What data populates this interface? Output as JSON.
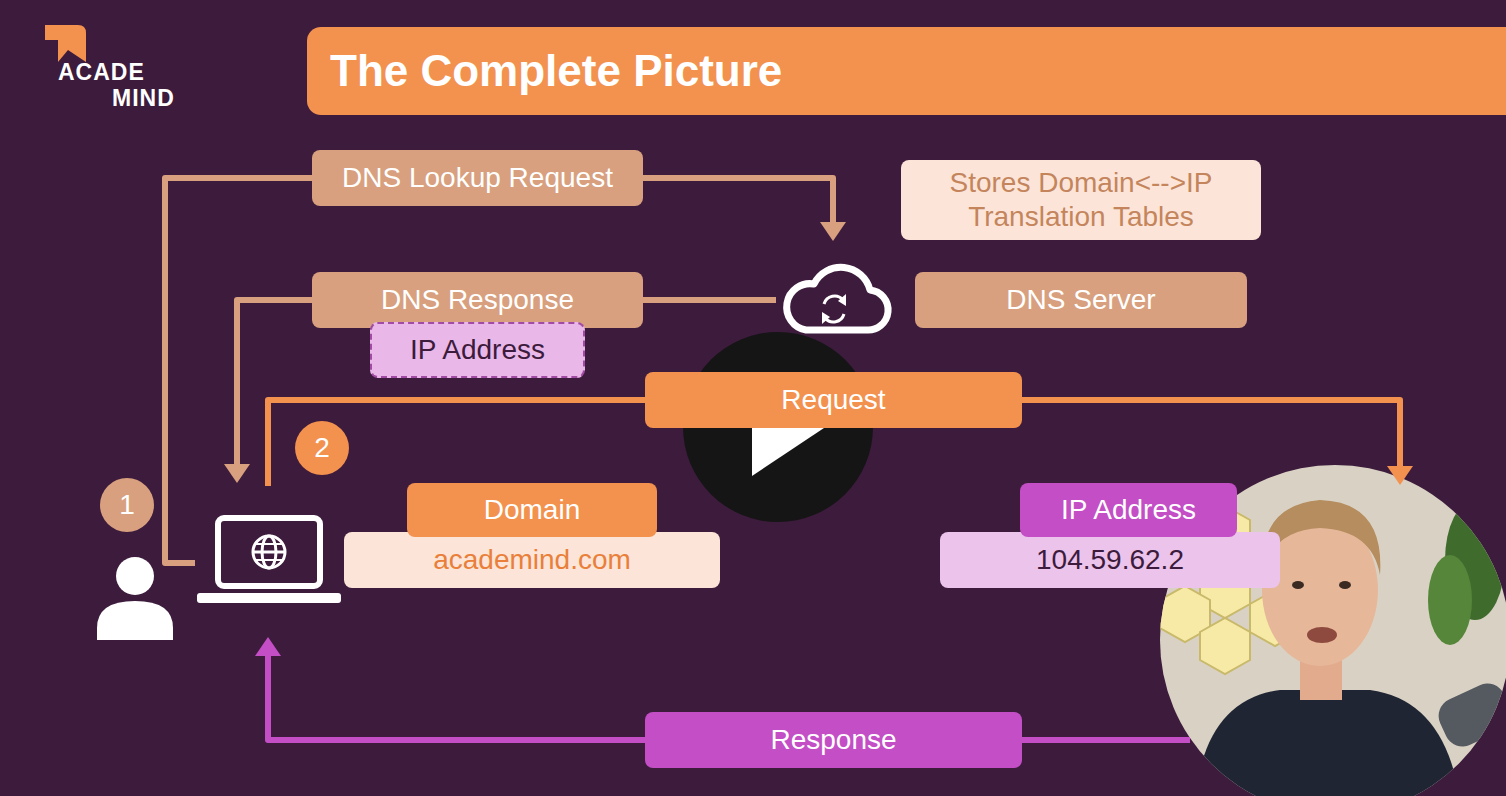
{
  "diagram": {
    "title": "The Complete Picture",
    "nodes": [
      {
        "text": [
          "DNS Lookup Request"
        ]
      },
      {
        "text": [
          "Stores Domain<-->IP Translation Tables"
        ]
      },
      {
        "text": [
          "DNS Response"
        ]
      },
      {
        "text": [
          "DNS Server"
        ]
      },
      {
        "text": [
          "IP Address"
        ]
      },
      {
        "text": [
          "Request"
        ]
      },
      {
        "text": [
          "2"
        ]
      },
      {
        "text": [
          "1"
        ]
      },
      {
        "text": [
          "Domain"
        ]
      },
      {
        "text": [
          "IP Address"
        ]
      },
      {
        "text": [
          "academind.com"
        ]
      },
      {
        "text": [
          "104.59.62.2"
        ]
      },
      {
        "text": [
          "Response"
        ]
      }
    ],
    "labels": [
      "ACADE",
      "MIND"
    ]
  }
}
